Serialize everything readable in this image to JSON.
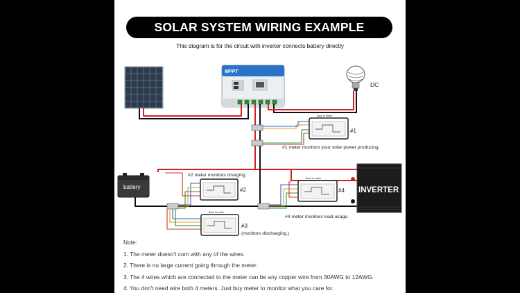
{
  "title": "SOLAR SYSTEM WIRING EXAMPLE",
  "subtitle": "This diagram is for the circuit with inverter connects battery directly",
  "components": {
    "controller_brand": "MPPT",
    "dc_label": "DC",
    "battery_label": "battery",
    "inverter_label": "INVERTER"
  },
  "meters": [
    {
      "number": "#1",
      "back_label": "Back of Meter",
      "caption": "#1 meter monitors your solar power producing."
    },
    {
      "number": "#2",
      "back_label": "",
      "caption": "#2 meter monitors charging."
    },
    {
      "number": "#3",
      "back_label": "Back of meter",
      "caption": "(monitors discharging.)"
    },
    {
      "number": "#4",
      "back_label": "Back of meter",
      "caption": "#4 meter monitors load usage."
    }
  ],
  "note": {
    "heading": "Note:",
    "items": [
      "1. The meter doesn't com with any of the wires.",
      "2. There is no large current going through the meter.",
      "3. The 4 wires which are connected to the meter can be any copper wire from 30AWG to 12AWG.",
      "4. You don't need wire both 4 meters. Just buy meter to monitor what you care for."
    ]
  },
  "colors": {
    "positive_wire": "#d42020",
    "negative_wire": "#111111",
    "sense_wires": [
      "#2a63c9",
      "#e39b1f",
      "#2e8b3b",
      "#c0392b"
    ]
  }
}
